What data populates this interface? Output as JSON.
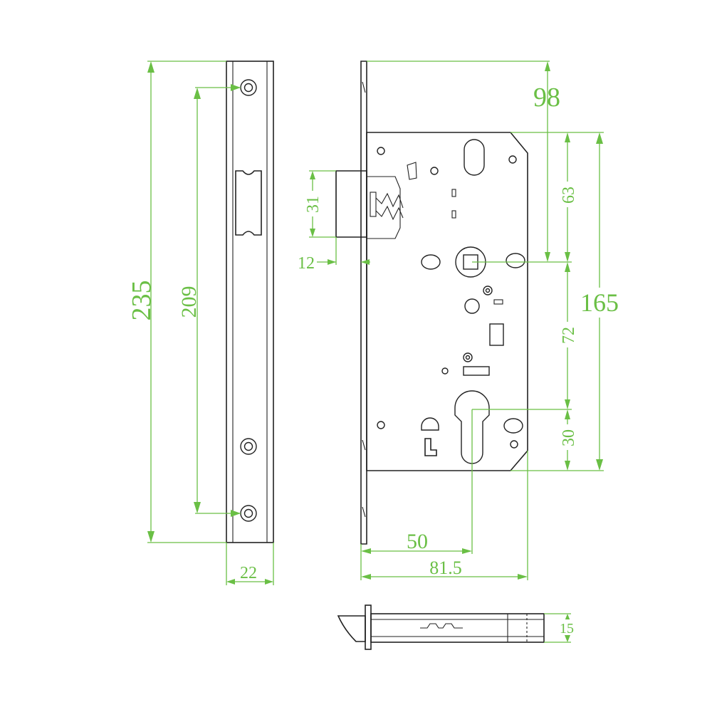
{
  "colors": {
    "dimension": "#6abf45",
    "outline": "#222222",
    "background": "#ffffff"
  },
  "dimensions": {
    "faceplate_height": "235",
    "screw_spacing": "209",
    "faceplate_width": "22",
    "case_depth": "98",
    "case_height": "165",
    "handle_to_top": "63",
    "handle_to_cylinder": "72",
    "cylinder_to_bottom": "30",
    "latch_height": "31",
    "latch_projection": "12",
    "backset": "50",
    "overall_depth": "81.5",
    "bolt_thickness": "15"
  }
}
